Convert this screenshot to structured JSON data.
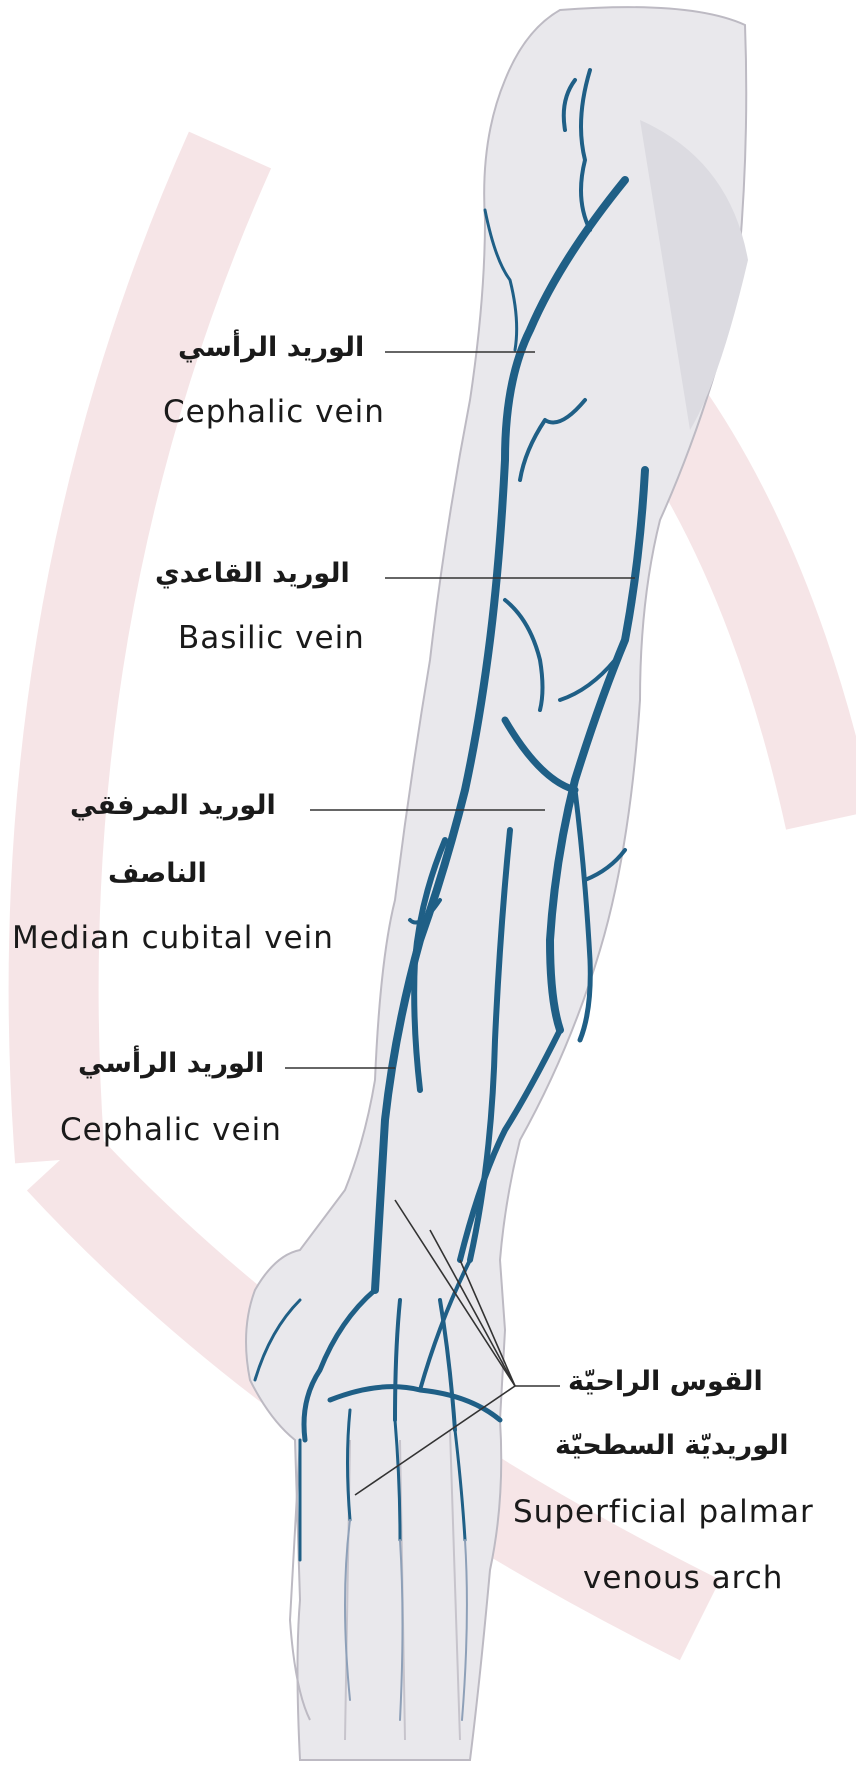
{
  "labels": {
    "cephalic_upper": {
      "arabic": "الوريد الرأسي",
      "english": "Cephalic vein"
    },
    "basilic": {
      "arabic": "الوريد القاعدي",
      "english": "Basilic vein"
    },
    "median_cubital": {
      "arabic_line1": "الوريد المرفقي",
      "arabic_line2": "الناصف",
      "english": "Median cubital vein"
    },
    "cephalic_lower": {
      "arabic": "الوريد الرأسي",
      "english": "Cephalic vein"
    },
    "palmar_arch": {
      "arabic_line1": "القوس الراحيّة",
      "arabic_line2": "الوريديّة السطحيّة",
      "english_line1": "Superficial palmar",
      "english_line2": "venous arch"
    }
  },
  "colors": {
    "vein": "#1f5f86",
    "skin": "#e9e8ec",
    "skin_outline": "#b9b6c0",
    "watermark": "#f6e6e8",
    "leader_line": "#333333",
    "text": "#1a1a1a"
  }
}
